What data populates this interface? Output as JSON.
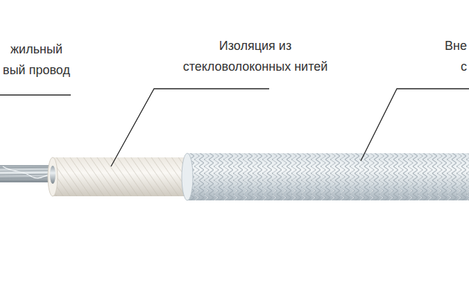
{
  "diagram": {
    "labels": [
      "жильный вый провод",
      "Изоляция из стекловолоконных нитей",
      "Вне с"
    ]
  }
}
